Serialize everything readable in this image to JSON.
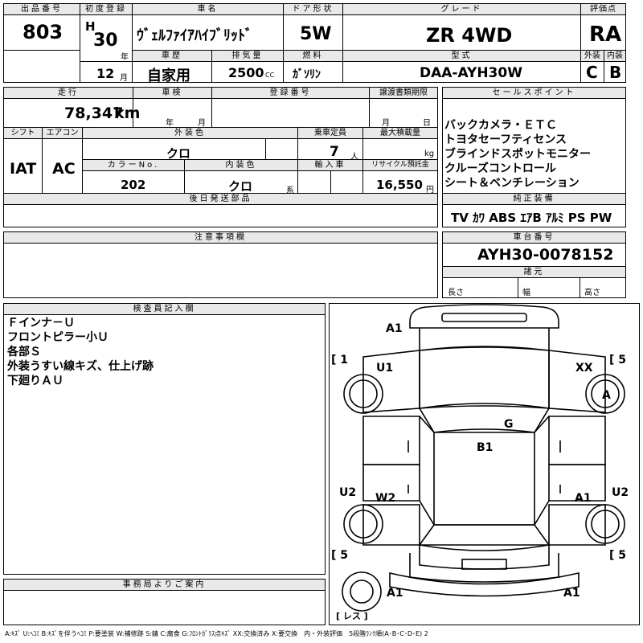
{
  "header": {
    "lot_no_label": "出品番号",
    "lot_no": "803",
    "first_reg_label": "初度登録",
    "era": "H",
    "year": "30",
    "year_unit": "年",
    "month": "12",
    "month_unit": "月",
    "car_name_label": "車名",
    "car_name": "ｳﾞｪﾙﾌｧｲｱﾊｲﾌﾞﾘｯﾄﾞ",
    "door_label": "ドア形状",
    "door": "5W",
    "grade_label": "グレード",
    "grade": "ZR 4WD",
    "score_label": "評価点",
    "score": "RA",
    "history_label": "車歴",
    "history": "自家用",
    "displacement_label": "排気量",
    "displacement": "2500",
    "displacement_unit": "CC",
    "fuel_label": "燃料",
    "fuel": "ｶﾞｿﾘﾝ",
    "model_label": "型式",
    "model": "DAA-AYH30W",
    "exterior_label": "外装",
    "exterior": "C",
    "interior_label": "内装",
    "interior": "B"
  },
  "row2": {
    "mileage_label": "走行",
    "mileage": "78,347",
    "mileage_unit": "km",
    "inspection_label": "車検",
    "ins_year_unit": "年",
    "ins_month_unit": "月",
    "reg_no_label": "登録番号",
    "transfer_doc_label": "譲渡書類期限",
    "transfer_month": "月",
    "transfer_day": "日",
    "shift_label": "シフト",
    "shift": "IAT",
    "ac_label": "エアコン",
    "ac": "AC",
    "ext_color_label": "外装色",
    "ext_color": "クロ",
    "seats_label": "乗車定員",
    "seats": "7",
    "seats_unit": "人",
    "max_load_label": "最大積載量",
    "max_load_unit": "kg",
    "color_no_label": "カラーNo.",
    "color_no": "202",
    "int_color_label": "内装色",
    "int_color": "クロ",
    "int_color_unit": "系",
    "import_label": "輸入車",
    "recycle_label": "リサイクル預託金",
    "recycle": "16,550",
    "recycle_unit": "円",
    "later_parts_label": "後日発送部品"
  },
  "sales": {
    "label": "セールスポイント",
    "points": [
      "バックカメラ・ＥＴＣ",
      "トヨタセーフティセンス",
      "ブラインドスポットモニター",
      "クルーズコントロール",
      "シート＆ベンチレーション"
    ],
    "equip_label": "純正装備",
    "equip": "TV ｶﾜ ABS ｴｱB ｱﾙﾐ PS PW"
  },
  "notes": {
    "label": "注意事項欄"
  },
  "chassis": {
    "label": "車台番号",
    "number": "AYH30-0078152",
    "dims_label": "諸元",
    "length": "長さ",
    "width": "幅",
    "height": "高さ"
  },
  "inspector": {
    "label": "検査員記入欄",
    "lines": [
      "Ｆインナ－Ｕ",
      "フロントピラー小Ｕ",
      "各部Ｓ",
      "外装うすい線キズ、仕上げ跡",
      "下廻りＡＵ"
    ]
  },
  "office": {
    "label": "事務局よりご案内"
  },
  "diagram": {
    "marks": {
      "a1_top": "A1",
      "u1": "U1",
      "xx": "XX",
      "a_right": "A",
      "g": "G",
      "b1": "B1",
      "u2_left": "U2",
      "w2": "W2",
      "a1_mid": "A1",
      "u2_right": "U2",
      "a1_bl": "A1",
      "a1_br": "A1"
    },
    "tires": {
      "fl": "[ 1",
      "fr": "[ 5",
      "rl": "[ 5",
      "rr": "[ 5",
      "spare": "[ レス ]"
    }
  },
  "footnote": "A:ｷｽﾞ U:ﾍｺﾐ B:ｷｽﾞを伴うﾍｺﾐ P:要塗装 W:補修跡 S:錆 C:腐食 G:ﾌﾛﾝﾄｶﾞﾗｽ点ｷｽﾞ XX:交換済み X:要交換　内・外装評価　5段階ﾗﾝｸ順(A･B･C･D･E) 2"
}
